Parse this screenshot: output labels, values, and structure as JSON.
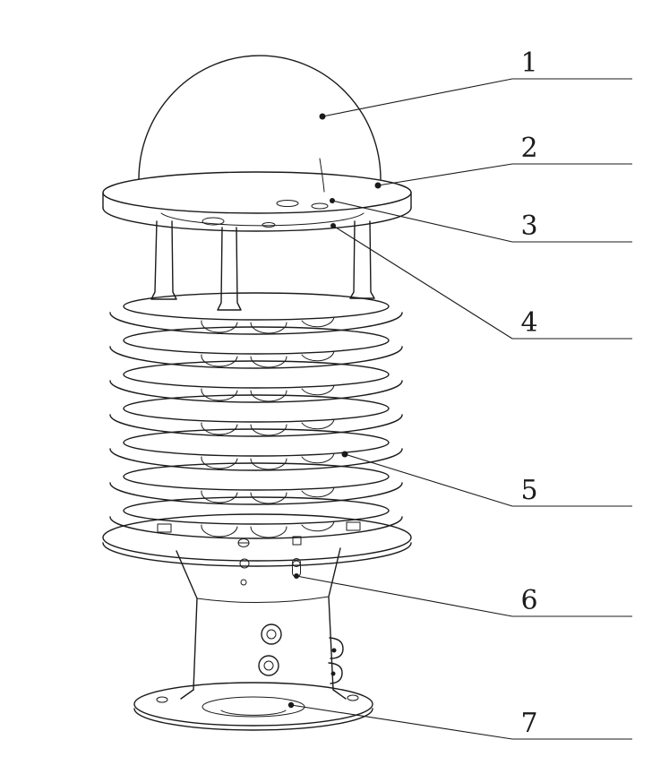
{
  "diagram": {
    "background_color": "#ffffff",
    "line_color": "#1b1b1b",
    "callouts": [
      {
        "label": "1"
      },
      {
        "label": "2"
      },
      {
        "label": "3"
      },
      {
        "label": "4"
      },
      {
        "label": "5"
      },
      {
        "label": "6"
      },
      {
        "label": "7"
      }
    ]
  }
}
